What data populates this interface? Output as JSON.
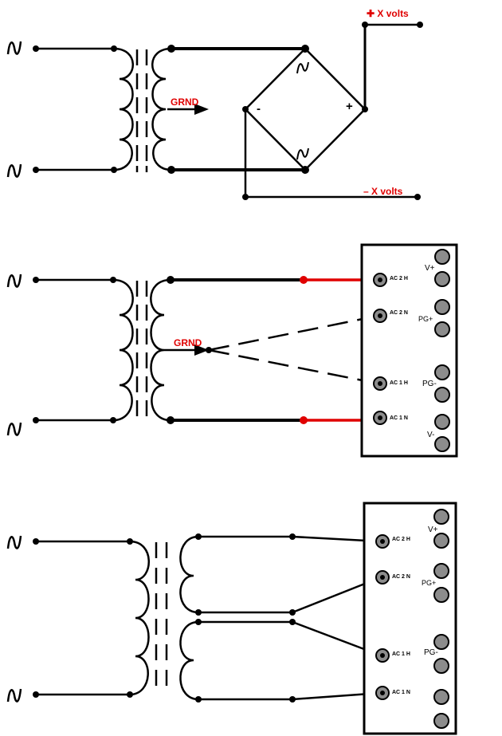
{
  "colors": {
    "wire": "#000000",
    "accent": "#e00000",
    "terminal": "#8c8c8c"
  },
  "diagram1": {
    "plus_x_volts": "✚ X volts",
    "minus_x_volts": "– X volts",
    "grnd": "GRND",
    "bridge_minus": "-",
    "bridge_plus": "+"
  },
  "diagram2": {
    "grnd": "GRND",
    "terminals_left": [
      "AC 2 H",
      "AC 2 N",
      "AC 1 H",
      "AC 1 N"
    ],
    "labels_right": [
      "V+",
      "PG+",
      "PG-",
      "V-"
    ]
  },
  "diagram3": {
    "terminals_left": [
      "AC 2 H",
      "AC 2 N",
      "AC 1 H",
      "AC 1 N"
    ],
    "labels_right": [
      "V+",
      "PG+",
      "PG-"
    ]
  },
  "icons": [
    "ac-source-icon",
    "transformer-coil-icon",
    "ground-arrow-icon",
    "screw-terminal-icon"
  ]
}
